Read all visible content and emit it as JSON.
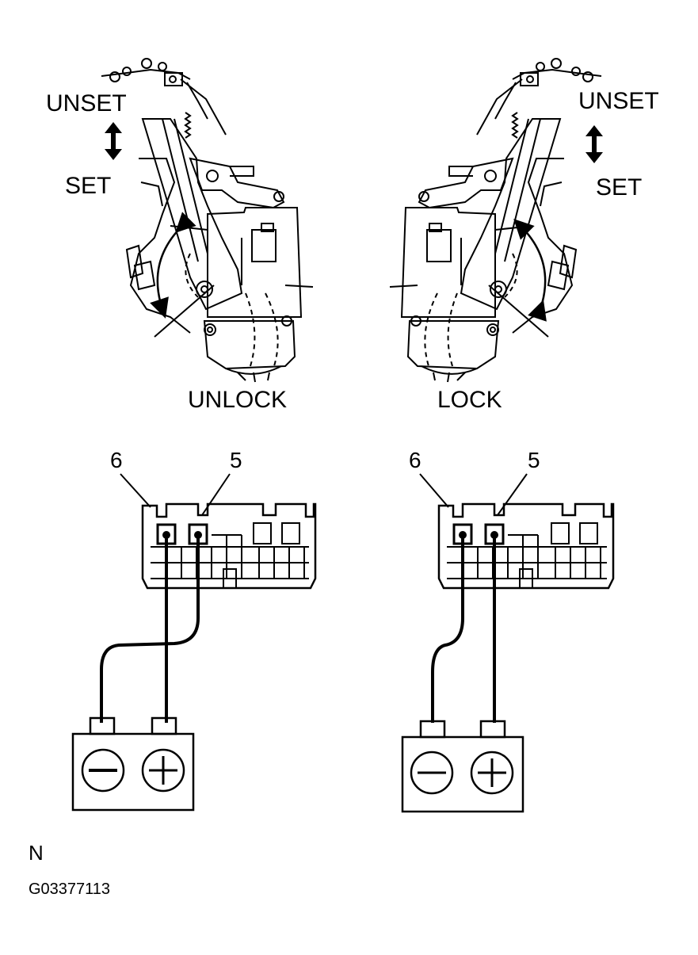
{
  "left_panel": {
    "unset_label": "UNSET",
    "set_label": "SET",
    "mode_label": "UNLOCK",
    "pin_6": "6",
    "pin_5": "5"
  },
  "right_panel": {
    "unset_label": "UNSET",
    "set_label": "SET",
    "mode_label": "LOCK",
    "pin_6": "6",
    "pin_5": "5"
  },
  "footer": {
    "letter": "N",
    "figure_id": "G03377113"
  },
  "colors": {
    "ink": "#000000",
    "paper": "#ffffff"
  }
}
